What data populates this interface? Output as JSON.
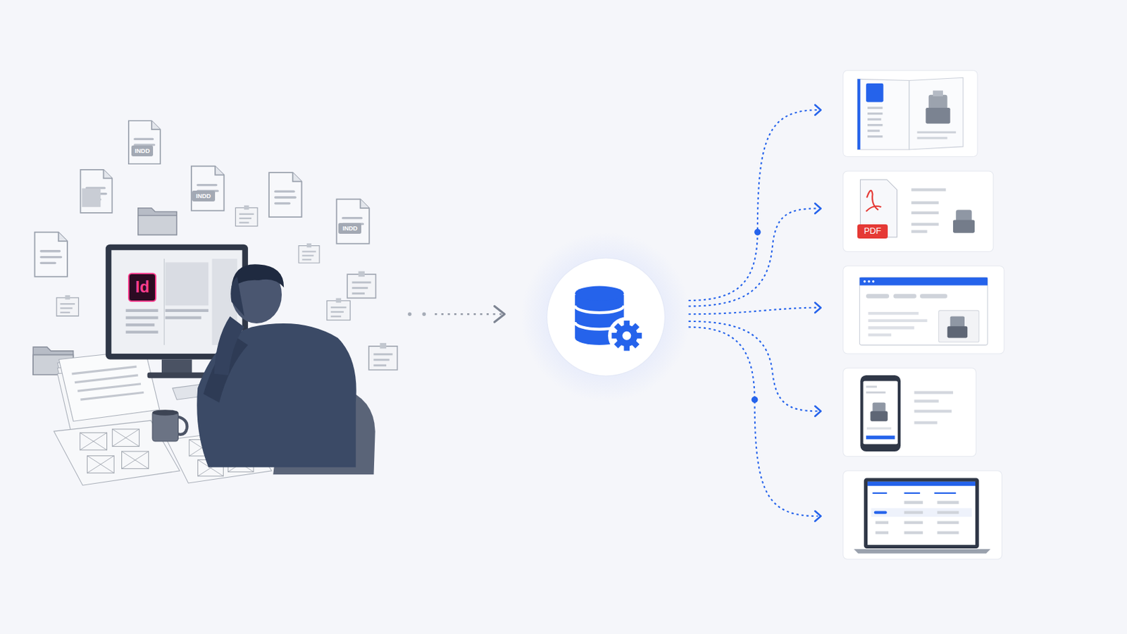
{
  "diagram": {
    "nodes": [
      {
        "text": [
          "INDD"
        ]
      },
      {
        "text": [
          "INDD"
        ]
      },
      {
        "text": [
          "INDD"
        ]
      },
      {
        "text": [
          "Id"
        ]
      },
      {
        "text": [
          "PDF"
        ]
      }
    ]
  }
}
